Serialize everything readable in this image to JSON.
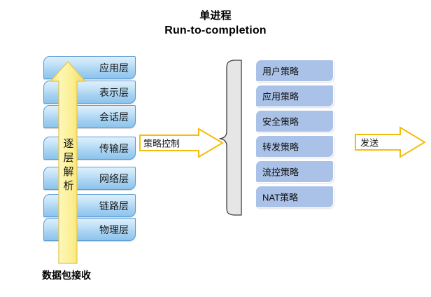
{
  "title": {
    "line1": "单进程",
    "line2": "Run-to-completion"
  },
  "left_stack": {
    "caption": "数据包接收",
    "arrow_label": "逐层解析",
    "arrow_label_chars": [
      "逐",
      "层",
      "解",
      "析"
    ],
    "layers": [
      {
        "label": "应用层"
      },
      {
        "label": "表示层"
      },
      {
        "label": "会话层"
      },
      {
        "label": "传输层"
      },
      {
        "label": "网络层"
      },
      {
        "label": "链路层"
      },
      {
        "label": "物理层"
      }
    ]
  },
  "arrows": {
    "middle_label": "策略控制",
    "right_label": "发送"
  },
  "policies": [
    {
      "label": "用户策略"
    },
    {
      "label": "应用策略"
    },
    {
      "label": "安全策略"
    },
    {
      "label": "转发策略"
    },
    {
      "label": "流控策略"
    },
    {
      "label": "NAT策略"
    }
  ],
  "colors": {
    "layer_fill_top": "#dff0fc",
    "layer_fill_bottom": "#8cc3ec",
    "layer_border": "#5b9bd5",
    "policy_fill": "#aac2e8",
    "arrow_fill": "#fdf3a8",
    "arrow_border": "#e8c23a",
    "block_arrow_border": "#f5bd0a",
    "brace_fill": "#e6e6e6",
    "brace_border": "#3f3f3f",
    "background": "#ffffff"
  }
}
